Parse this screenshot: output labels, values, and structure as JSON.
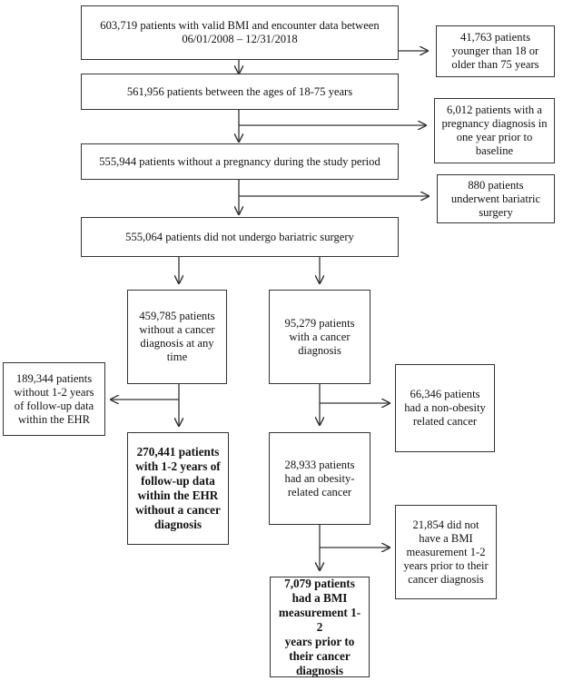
{
  "flowchart": {
    "boxes": [
      {
        "id": "b1",
        "text": "603,719 patients with valid BMI and encounter data between\n06/01/2008 – 12/31/2018",
        "bold": false
      },
      {
        "id": "e1",
        "text": "41,763 patients\nyounger than 18 or\nolder than 75 years",
        "bold": false
      },
      {
        "id": "b2",
        "text": "561,956 patients between the ages of 18-75 years",
        "bold": false
      },
      {
        "id": "e2",
        "text": "6,012 patients with a\npregnancy diagnosis in\none year prior to\nbaseline",
        "bold": false
      },
      {
        "id": "b3",
        "text": "555,944 patients without a pregnancy during the study period",
        "bold": false
      },
      {
        "id": "e3",
        "text": "880 patients\nunderwent bariatric\nsurgery",
        "bold": false
      },
      {
        "id": "b4",
        "text": "555,064 patients did not undergo bariatric surgery",
        "bold": false
      },
      {
        "id": "l1",
        "text": "459,785 patients\nwithout a cancer\ndiagnosis at any\ntime",
        "bold": false
      },
      {
        "id": "r1",
        "text": "95,279 patients\nwith a cancer\ndiagnosis",
        "bold": false
      },
      {
        "id": "el",
        "text": "189,344 patients\nwithout 1-2 years\nof follow-up data\nwithin the EHR",
        "bold": false
      },
      {
        "id": "er",
        "text": "66,346 patients\nhad a non-obesity\nrelated cancer",
        "bold": false
      },
      {
        "id": "l2",
        "text": "270,441 patients\nwith 1-2 years of\nfollow-up data\nwithin the EHR\nwithout a cancer\ndiagnosis",
        "bold": true
      },
      {
        "id": "r2",
        "text": "28,933 patients\nhad an obesity-\nrelated cancer",
        "bold": false
      },
      {
        "id": "er2",
        "text": "21,854 did not\nhave a BMI\nmeasurement 1-2\nyears prior to their\ncancer diagnosis",
        "bold": false
      },
      {
        "id": "r3",
        "text": "7,079 patients\nhad a BMI\nmeasurement 1-2\nyears prior to\ntheir cancer\ndiagnosis",
        "bold": true
      }
    ]
  }
}
